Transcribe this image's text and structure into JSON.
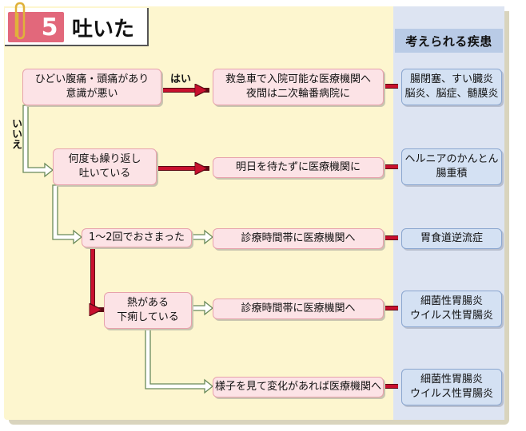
{
  "header": {
    "number": "5",
    "title": "吐いた",
    "disease_column_title": "考えられる疾患"
  },
  "labels": {
    "yes": "はい",
    "no": "いいえ"
  },
  "questions": [
    {
      "line1": "ひどい腹痛・頭痛があり",
      "line2": "意識が悪い"
    },
    {
      "line1": "何度も繰り返し",
      "line2": "吐いている"
    },
    {
      "line1": "1～2回でおさまった",
      "line2": ""
    },
    {
      "line1": "熱がある",
      "line2": "下痢している"
    }
  ],
  "actions": [
    {
      "line1": "救急車で入院可能な医療機関へ",
      "line2": "夜間は二次輪番病院に"
    },
    {
      "line1": "明日を待たずに医療機関に",
      "line2": ""
    },
    {
      "line1": "診療時間帯に医療機関へ",
      "line2": ""
    },
    {
      "line1": "診療時間帯に医療機関へ",
      "line2": ""
    },
    {
      "line1": "様子を見て変化があれば医療機関へ",
      "line2": ""
    }
  ],
  "diseases": [
    {
      "line1": "腸閉塞、すい臓炎",
      "line2": "脳炎、脳症、髄膜炎"
    },
    {
      "line1": "ヘルニアのかんとん",
      "line2": "腸重積"
    },
    {
      "line1": "胃食道逆流症",
      "line2": ""
    },
    {
      "line1": "細菌性胃腸炎",
      "line2": "ウイルス性胃腸炎"
    },
    {
      "line1": "細菌性胃腸炎",
      "line2": "ウイルス性胃腸炎"
    }
  ],
  "colors": {
    "panel": "#fdf6cf",
    "question_box": "#fce3e6",
    "disease_box": "#d4e1f3",
    "red_arrow": "#c8102e",
    "badge": "#e2687b"
  }
}
